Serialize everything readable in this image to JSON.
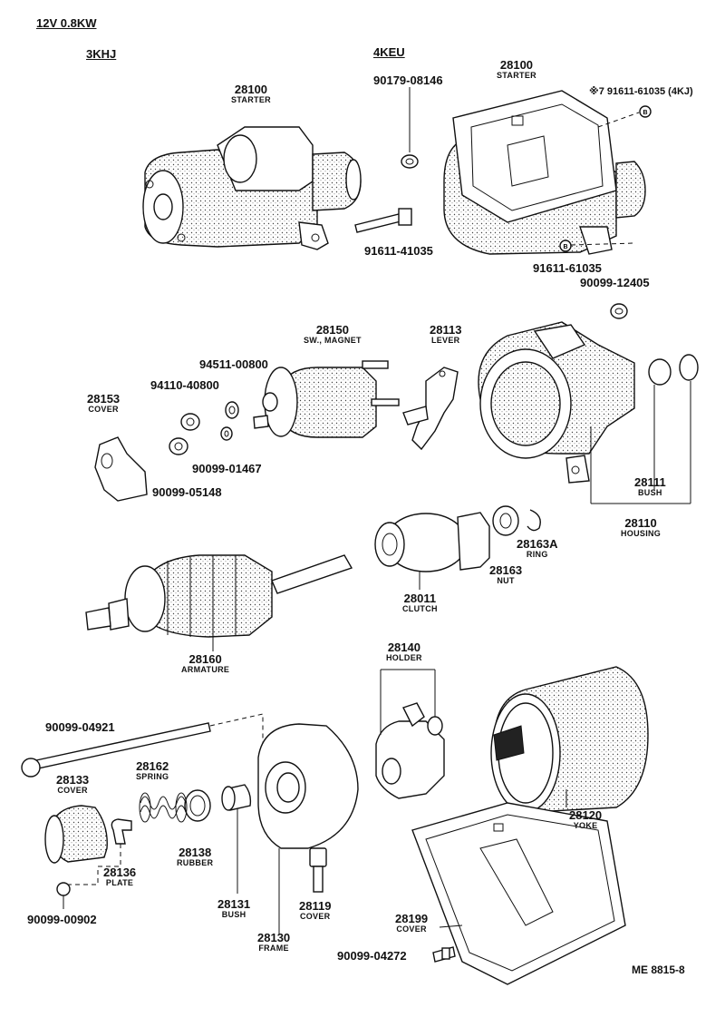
{
  "header": {
    "spec": "12V 0.8KW",
    "model_left": "3KHJ",
    "model_right": "4KEU"
  },
  "callouts": [
    {
      "id": "starter-3khj",
      "number": "28100",
      "name": "STARTER"
    },
    {
      "id": "nut-90179",
      "number": "90179-08146",
      "name": ""
    },
    {
      "id": "starter-4keu",
      "number": "28100",
      "name": "STARTER"
    },
    {
      "id": "bolt-91611-61035-4kj",
      "number": "※7 91611-61035 (4KJ)",
      "name": ""
    },
    {
      "id": "bolt-91611-41035",
      "number": "91611-41035",
      "name": ""
    },
    {
      "id": "bolt-91611-61035",
      "number": "91611-61035",
      "name": ""
    },
    {
      "id": "part-90099-12405",
      "number": "90099-12405",
      "name": ""
    },
    {
      "id": "magnet-switch",
      "number": "28150",
      "name": "SW., MAGNET"
    },
    {
      "id": "lever",
      "number": "28113",
      "name": "LEVER"
    },
    {
      "id": "washer-94511",
      "number": "94511-00800",
      "name": ""
    },
    {
      "id": "nut-94110",
      "number": "94110-40800",
      "name": ""
    },
    {
      "id": "cover-28153",
      "number": "28153",
      "name": "COVER"
    },
    {
      "id": "part-90099-01467",
      "number": "90099-01467",
      "name": ""
    },
    {
      "id": "part-90099-05148",
      "number": "90099-05148",
      "name": ""
    },
    {
      "id": "bush-28111",
      "number": "28111",
      "name": "BUSH"
    },
    {
      "id": "housing",
      "number": "28110",
      "name": "HOUSING"
    },
    {
      "id": "ring",
      "number": "28163A",
      "name": "RING"
    },
    {
      "id": "nut-28163",
      "number": "28163",
      "name": "NUT"
    },
    {
      "id": "clutch",
      "number": "28011",
      "name": "CLUTCH"
    },
    {
      "id": "armature",
      "number": "28160",
      "name": "ARMATURE"
    },
    {
      "id": "holder",
      "number": "28140",
      "name": "HOLDER"
    },
    {
      "id": "bolt-90099-04921",
      "number": "90099-04921",
      "name": ""
    },
    {
      "id": "spring",
      "number": "28162",
      "name": "SPRING"
    },
    {
      "id": "cover-28133",
      "number": "28133",
      "name": "COVER"
    },
    {
      "id": "yoke",
      "number": "28120",
      "name": "YOKE"
    },
    {
      "id": "rubber",
      "number": "28138",
      "name": "RUBBER"
    },
    {
      "id": "plate",
      "number": "28136",
      "name": "PLATE"
    },
    {
      "id": "bush-28131",
      "number": "28131",
      "name": "BUSH"
    },
    {
      "id": "cover-28119",
      "number": "28119",
      "name": "COVER"
    },
    {
      "id": "screw-90099-00902",
      "number": "90099-00902",
      "name": ""
    },
    {
      "id": "cover-28199",
      "number": "28199",
      "name": "COVER"
    },
    {
      "id": "frame",
      "number": "28130",
      "name": "FRAME"
    },
    {
      "id": "screw-90099-04272",
      "number": "90099-04272",
      "name": ""
    }
  ],
  "footer": {
    "code": "ME  8815-8"
  }
}
